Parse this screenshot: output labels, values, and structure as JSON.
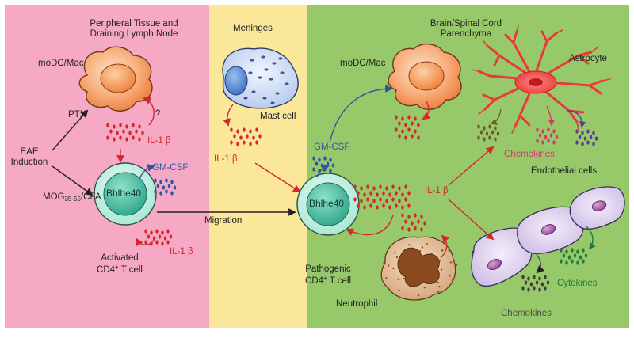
{
  "panels": {
    "peripheral_title_line1": "Peripheral Tissue and",
    "peripheral_title_line2": "Draining Lymph Node",
    "meninges_title": "Meninges",
    "brain_title_line1": "Brain/Spinal Cord",
    "brain_title_line2": "Parenchyma"
  },
  "labels": {
    "modc_mac_left": "moDC/Mac",
    "modc_mac_right": "moDC/Mac",
    "ptx": "PTX",
    "question": "?",
    "il1b_left_top": "IL-1 β",
    "il1b_left_bottom": "IL-1 β",
    "il1b_meninges": "IL-1 β",
    "il1b_brain": "IL-1 β",
    "eae_line1": "EAE",
    "eae_line2": "Induction",
    "mog_prefix": "MOG",
    "mog_sub": "35-55",
    "mog_suffix": "/CFA",
    "gmcsf_left": "GM-CSF",
    "gmcsf_right": "GM-CSF",
    "bhlhe40_left": "Bhlhe40",
    "bhlhe40_right": "Bhlhe40",
    "activated_line1": "Activated",
    "activated_line2_a": "CD4",
    "activated_line2_sup": "+",
    "activated_line2_b": "T cell",
    "pathogenic_line1": "Pathogenic",
    "pathogenic_line2_a": "CD4",
    "pathogenic_line2_sup": "+",
    "pathogenic_line2_b": "T cell",
    "migration": "Migration",
    "mast_cell": "Mast cell",
    "astrocyte": "Astrocyte",
    "chemokines_top": "Chemokines",
    "endothelial": "Endothelial cells",
    "cytokines": "Cytokines",
    "chemokines_bottom": "Chemokines",
    "neutrophil": "Neutrophil"
  },
  "colors": {
    "peripheral_bg": "#f6a9c4",
    "meninges_bg": "#fbe79a",
    "brain_bg": "#97c86a",
    "il1b_red": "#d6262c",
    "gmcsf_blue": "#2e55a3",
    "chemokine_pink": "#d43a6e",
    "cytokine_green": "#1f7a3a"
  }
}
